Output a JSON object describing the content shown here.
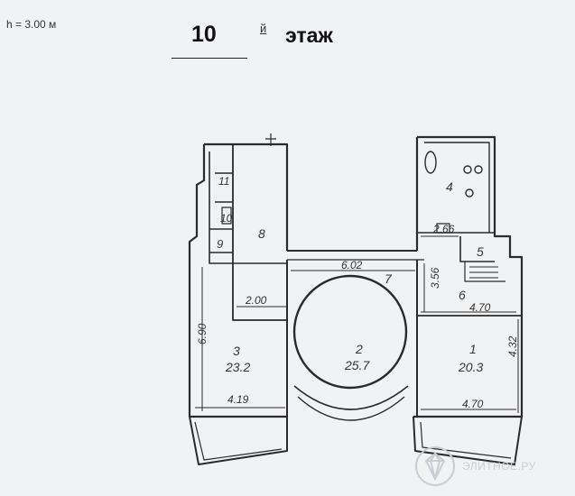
{
  "ceiling_height": "h = 3.00 м",
  "floor": {
    "number": "10",
    "suffix": "й",
    "word": "этаж"
  },
  "rooms": [
    {
      "id": "1",
      "area": "20.3"
    },
    {
      "id": "2",
      "area": "25.7"
    },
    {
      "id": "3",
      "area": "23.2"
    },
    {
      "id": "4"
    },
    {
      "id": "5"
    },
    {
      "id": "6"
    },
    {
      "id": "7"
    },
    {
      "id": "8"
    },
    {
      "id": "9"
    },
    {
      "id": "10"
    },
    {
      "id": "11"
    }
  ],
  "dimensions": {
    "d602": "6.02",
    "d200": "2.00",
    "d690": "6.90",
    "d419": "4.19",
    "d470a": "4.70",
    "d470b": "4.70",
    "d432": "4.32",
    "d356": "3.56",
    "d266": "2.66"
  },
  "watermark": {
    "text": "ЭЛИТНОЕ.РУ"
  },
  "colors": {
    "line": "#2a2a2a",
    "paper": "#f1f2f4",
    "watermark": "#c9ccd2"
  }
}
